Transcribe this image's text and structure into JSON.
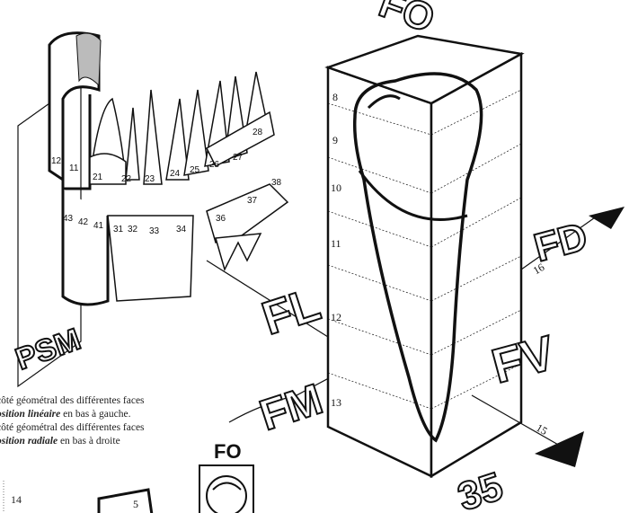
{
  "labels": {
    "psm": "PSM",
    "fl": "FL",
    "fm": "FM",
    "fo_top": "FO",
    "fd": "FD",
    "fv": "FV",
    "tooth": "35",
    "fo_bottom": "FO",
    "small_box": "5"
  },
  "scale": [
    "8",
    "9",
    "10",
    "11",
    "12",
    "13"
  ],
  "axis_numbers": {
    "fd_axis": "16",
    "fv_axis": "15"
  },
  "upper_teeth": [
    "12",
    "11",
    "21",
    "22",
    "23",
    "24",
    "25",
    "26",
    "27",
    "28"
  ],
  "lower_teeth": [
    "43",
    "42",
    "41",
    "31",
    "32",
    "33",
    "34"
  ],
  "lower_back_teeth": [
    "36",
    "37",
    "38"
  ],
  "caption": [
    {
      "pre": "côté géométral des différentes faces",
      "em": "",
      "post": ""
    },
    {
      "pre": "",
      "em": "osition linéaire",
      "post": " en bas à gauche."
    },
    {
      "pre": "côté géométral des différentes faces",
      "em": "",
      "post": ""
    },
    {
      "pre": "",
      "em": "osition radiale",
      "post": " en bas à droite"
    }
  ],
  "page_number": "14"
}
